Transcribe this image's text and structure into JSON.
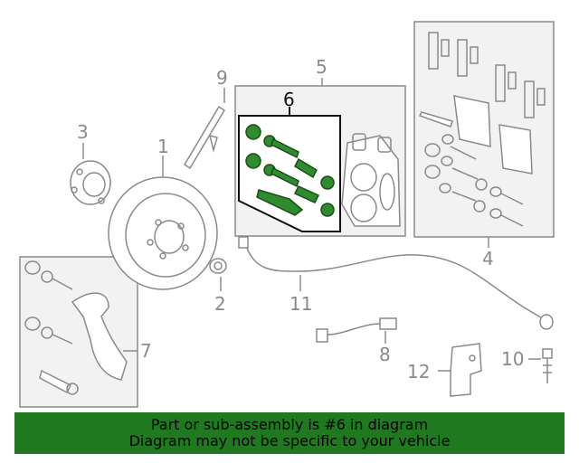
{
  "callouts": {
    "c1": "1",
    "c2": "2",
    "c3": "3",
    "c4": "4",
    "c5": "5",
    "c6": "6",
    "c7": "7",
    "c8": "8",
    "c9": "9",
    "c10": "10",
    "c11": "11",
    "c12": "12"
  },
  "banner": {
    "line1": "Part or sub-assembly is #6 in diagram",
    "line2": "Diagram may not be specific to your vehicle"
  },
  "colors": {
    "line": "#8a8a8a",
    "highlight_part": "#2e8b2e",
    "banner_bg": "#1f7a1f",
    "panel_bg": "#f2f2f2"
  }
}
